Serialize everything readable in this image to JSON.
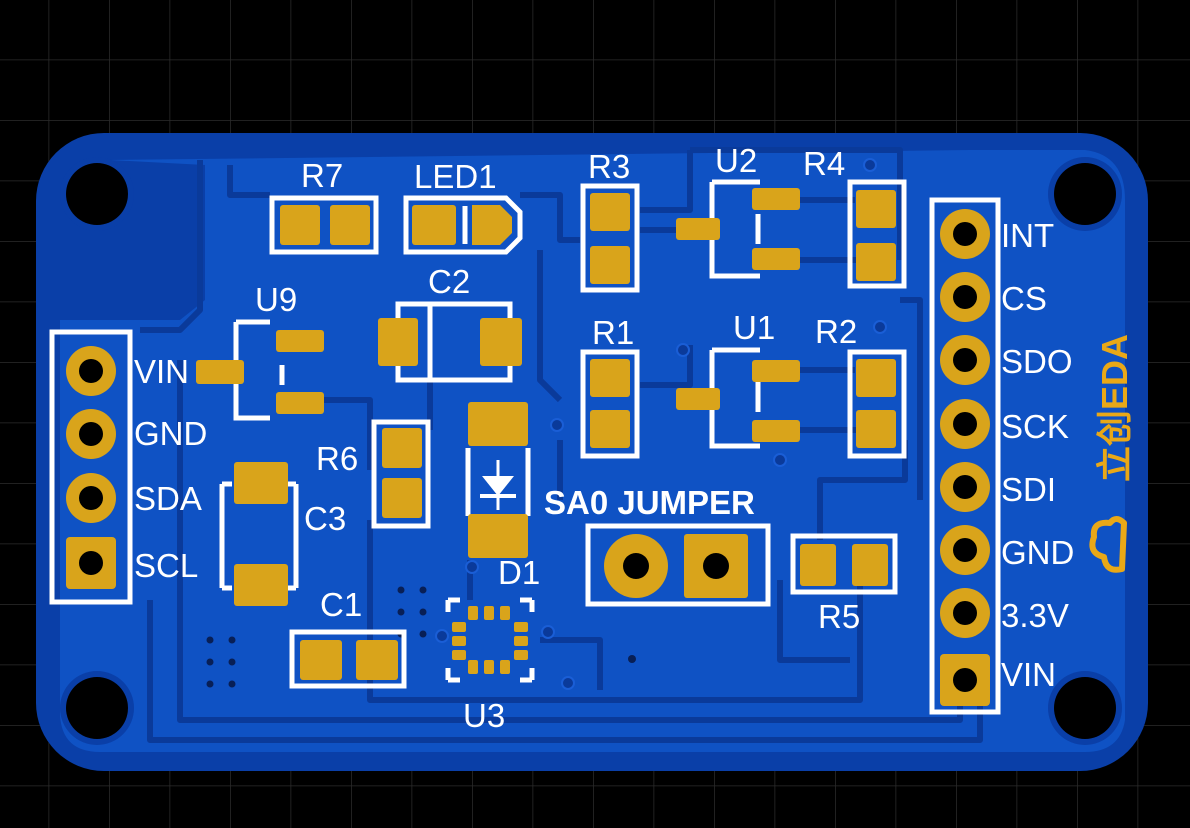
{
  "colors": {
    "background": "#000000",
    "grid": "#2c2c2c",
    "board": "#0a3fa8",
    "copper": "#0f52c4",
    "trace": "#0a3a9a",
    "pad": "#d9a41b",
    "silkscreen": "#ffffff",
    "logo": "#e9a817"
  },
  "labels": {
    "r7": "R7",
    "led1": "LED1",
    "r3": "R3",
    "u2": "U2",
    "r4": "R4",
    "c2": "C2",
    "u9": "U9",
    "r1": "R1",
    "u1": "U1",
    "r2": "R2",
    "r6": "R6",
    "c3": "C3",
    "d1": "D1",
    "sa0_jumper": "SA0 JUMPER",
    "c1": "C1",
    "r5": "R5",
    "u3": "U3"
  },
  "left_header": {
    "pins": [
      "VIN",
      "GND",
      "SDA",
      "SCL"
    ]
  },
  "right_header": {
    "pins": [
      "INT",
      "CS",
      "SDO",
      "SCK",
      "SDI",
      "GND",
      "3.3V",
      "VIN"
    ]
  },
  "logo": {
    "text": "立创EDA",
    "icon": "cloud-logo-icon"
  }
}
